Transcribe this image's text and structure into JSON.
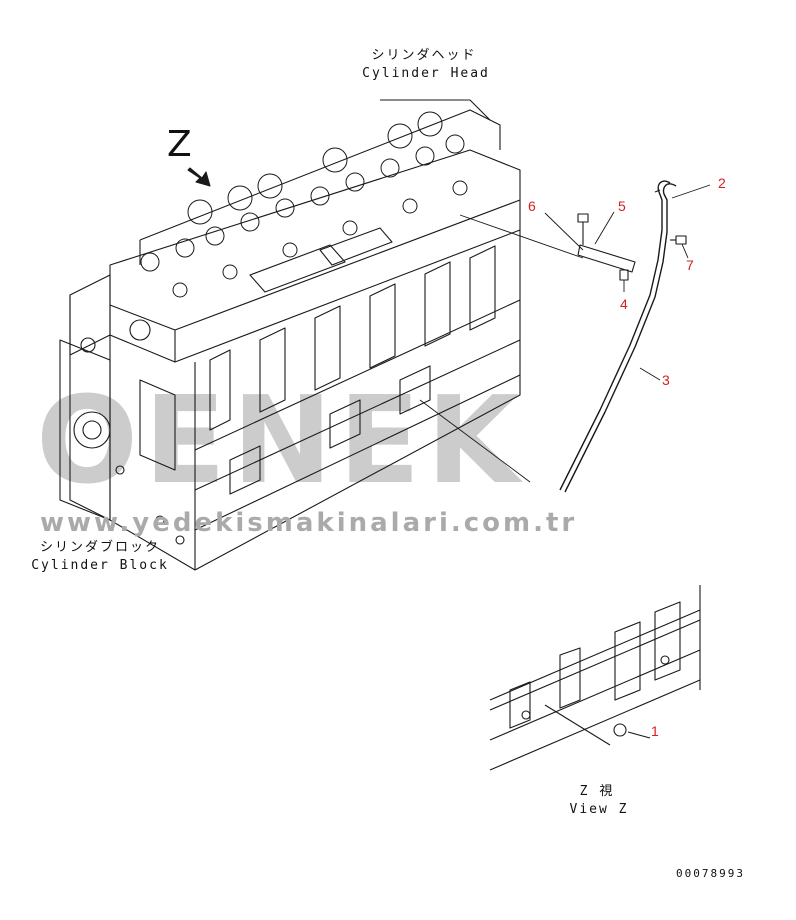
{
  "labels": {
    "cylinder_head_jp": "シリンダヘッド",
    "cylinder_head_en": "Cylinder Head",
    "cylinder_block_jp": "シリンダブロック",
    "cylinder_block_en": "Cylinder Block",
    "view_z_jp": "Z 視",
    "view_z_en": "View Z",
    "z_marker": "Z",
    "drawing_number": "00078993"
  },
  "callouts": [
    "1",
    "2",
    "3",
    "4",
    "5",
    "6",
    "7"
  ],
  "watermark": {
    "logo": "OENEK",
    "url": "www.yedekismakinalari.com.tr"
  },
  "colors": {
    "callout": "#d42020",
    "line": "#1a1a1a",
    "watermark": "#c4c4c4"
  }
}
